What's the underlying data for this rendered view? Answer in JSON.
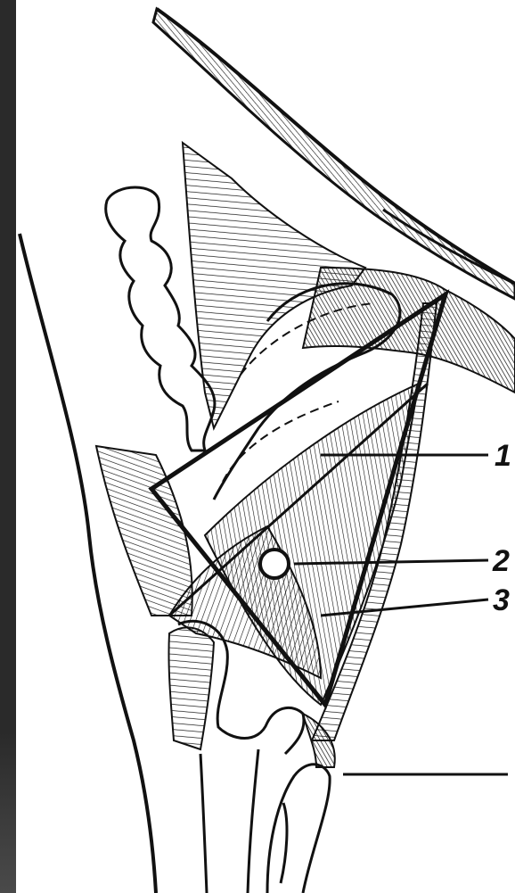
{
  "figure": {
    "callouts": [
      {
        "label": "1",
        "meaning": ""
      },
      {
        "label": "2",
        "meaning": ""
      },
      {
        "label": "3",
        "meaning": ""
      }
    ]
  }
}
